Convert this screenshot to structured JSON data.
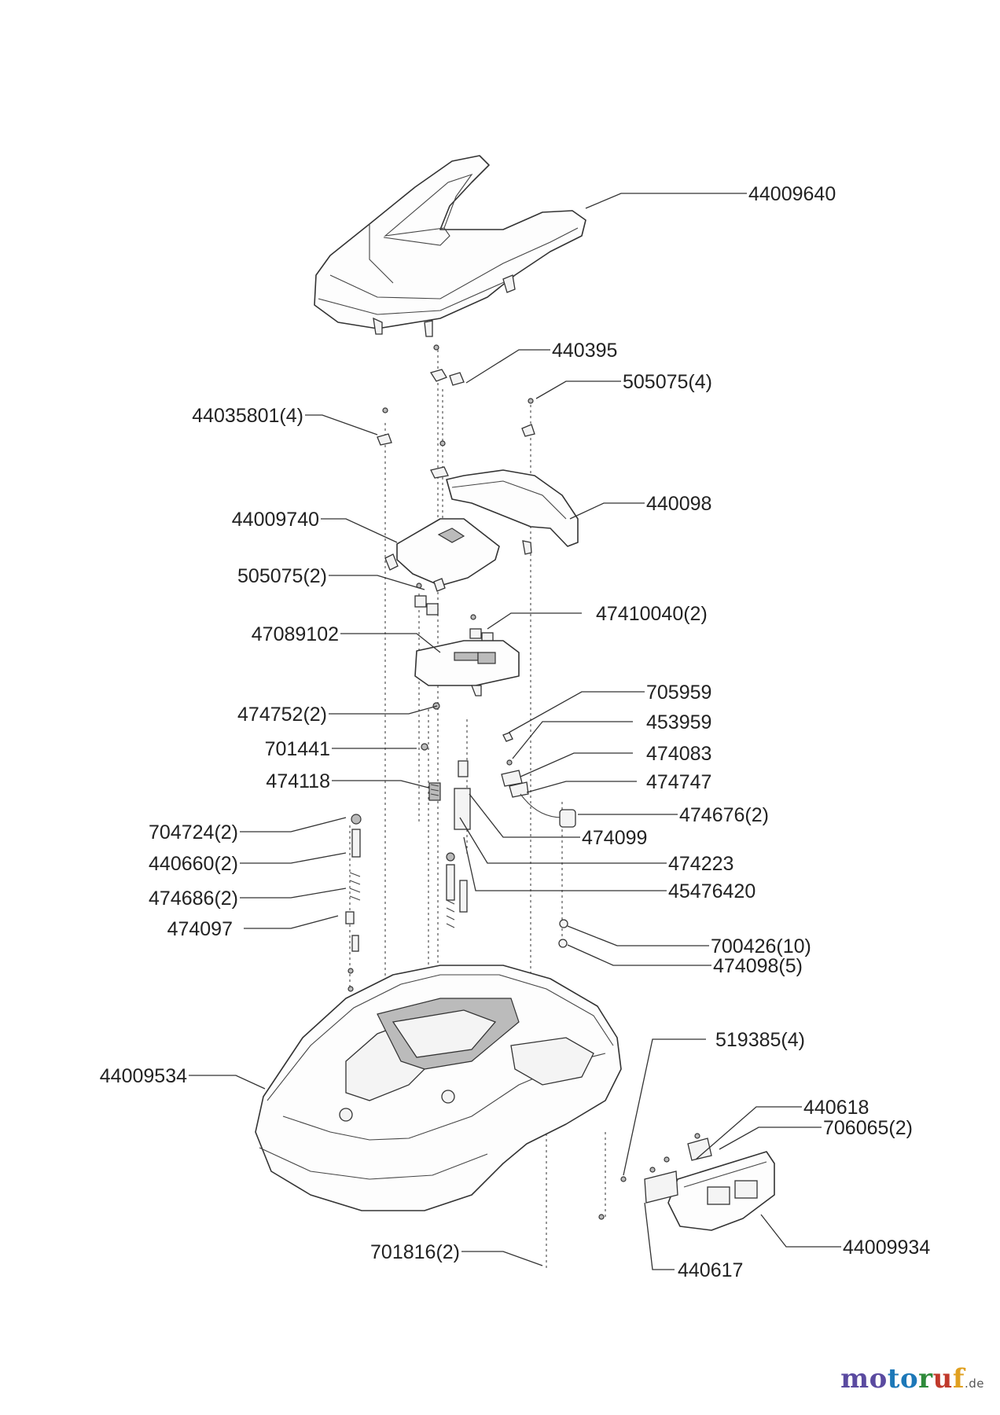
{
  "parts": [
    {
      "id": "p1",
      "label": "44009640"
    },
    {
      "id": "p2",
      "label": "440395"
    },
    {
      "id": "p3",
      "label": "505075(4)"
    },
    {
      "id": "p4",
      "label": "44035801(4)"
    },
    {
      "id": "p5",
      "label": "440098"
    },
    {
      "id": "p6",
      "label": "44009740"
    },
    {
      "id": "p7",
      "label": "505075(2)"
    },
    {
      "id": "p8",
      "label": "47410040(2)"
    },
    {
      "id": "p9",
      "label": "47089102"
    },
    {
      "id": "p10",
      "label": "705959"
    },
    {
      "id": "p11",
      "label": "474752(2)"
    },
    {
      "id": "p12",
      "label": "453959"
    },
    {
      "id": "p13",
      "label": "701441"
    },
    {
      "id": "p14",
      "label": "474083"
    },
    {
      "id": "p15",
      "label": "474118"
    },
    {
      "id": "p16",
      "label": "474747"
    },
    {
      "id": "p17",
      "label": "474676(2)"
    },
    {
      "id": "p18",
      "label": "704724(2)"
    },
    {
      "id": "p19",
      "label": "474099"
    },
    {
      "id": "p20",
      "label": "440660(2)"
    },
    {
      "id": "p21",
      "label": "474223"
    },
    {
      "id": "p22",
      "label": "474686(2)"
    },
    {
      "id": "p23",
      "label": "45476420"
    },
    {
      "id": "p24",
      "label": "474097"
    },
    {
      "id": "p25",
      "label": "700426(10)"
    },
    {
      "id": "p26",
      "label": "474098(5)"
    },
    {
      "id": "p27",
      "label": "519385(4)"
    },
    {
      "id": "p28",
      "label": "44009534"
    },
    {
      "id": "p29",
      "label": "440618"
    },
    {
      "id": "p30",
      "label": "706065(2)"
    },
    {
      "id": "p31",
      "label": "44009934"
    },
    {
      "id": "p32",
      "label": "701816(2)"
    },
    {
      "id": "p33",
      "label": "440617"
    }
  ],
  "brand": {
    "name_parts": [
      "mo",
      "to",
      "r",
      "u",
      "f"
    ],
    "tld": ".de"
  }
}
